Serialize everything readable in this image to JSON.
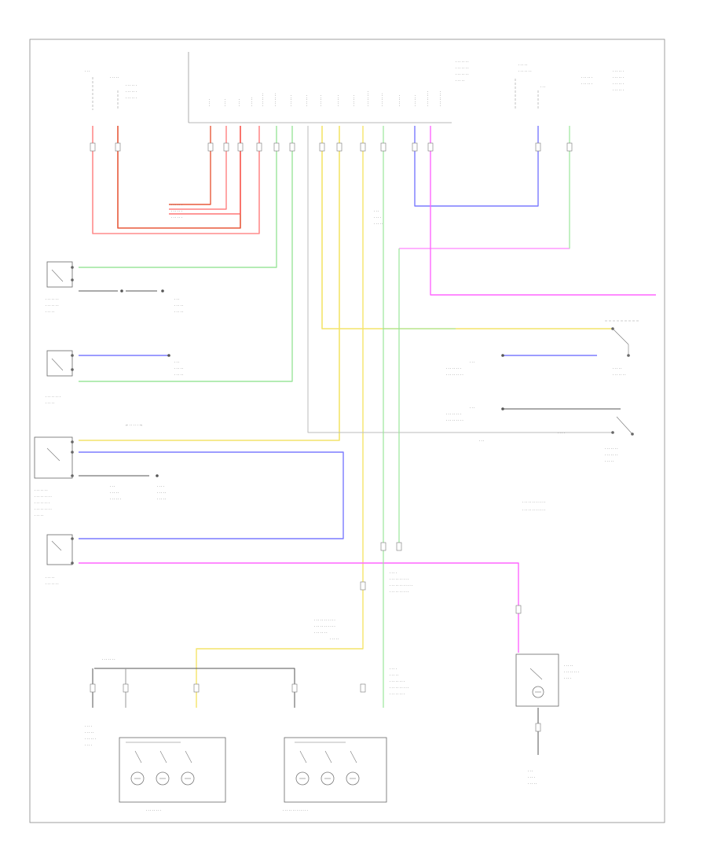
{
  "page": {
    "label": ""
  },
  "wire_colors": {
    "red": "#ff8c8c",
    "red_dark": "#e85a3c",
    "pink": "#ff8080",
    "green": "#9be59b",
    "yellow": "#f4e46a",
    "blue": "#7b7bff",
    "magenta": "#ff66ff",
    "grey": "#bbbbbb"
  },
  "components": [
    {
      "id": "bcm-left-connector",
      "name": "connector-block-top-left"
    },
    {
      "id": "bcm-main-connector",
      "name": "module-connector-top-center"
    },
    {
      "id": "bcm-right-connector",
      "name": "connector-block-top-right"
    },
    {
      "id": "lf-door-switch",
      "name": "left-front-door-ajar-switch"
    },
    {
      "id": "lr-door-switch",
      "name": "left-rear-door-ajar-switch"
    },
    {
      "id": "liftgate-switch",
      "name": "liftgate-latch-switch"
    },
    {
      "id": "cargo-lamp",
      "name": "cargo-lamp"
    },
    {
      "id": "rf-door-switch",
      "name": "right-front-door-ajar-switch"
    },
    {
      "id": "rr-door-switch",
      "name": "right-rear-door-ajar-switch"
    },
    {
      "id": "front-dome-lamp",
      "name": "front-dome-lamp-assembly"
    },
    {
      "id": "rear-dome-lamp",
      "name": "rear-dome-lamp-assembly"
    },
    {
      "id": "glove-box-lamp",
      "name": "glove-box-lamp"
    }
  ]
}
